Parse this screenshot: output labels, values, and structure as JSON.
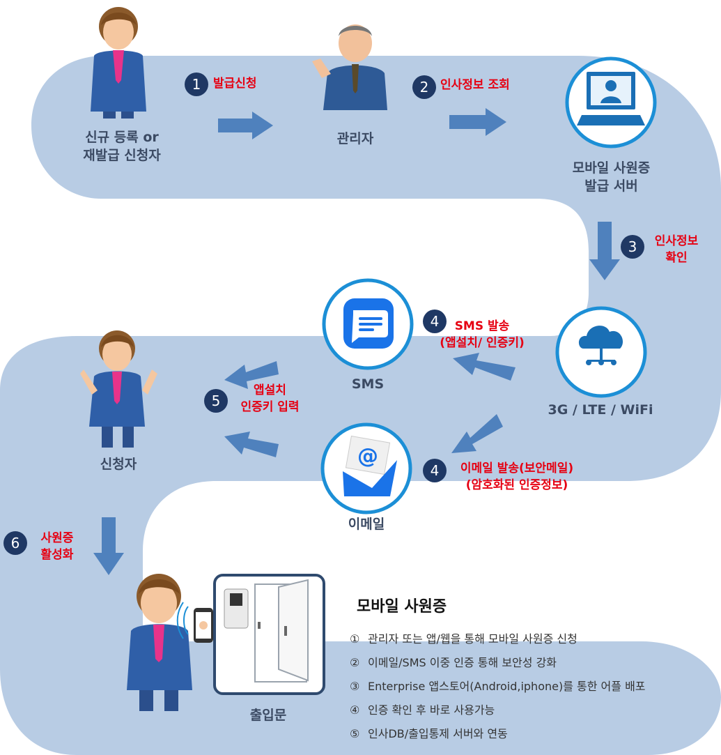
{
  "nodes": {
    "applicant_new": "신규 등록 or\n재발급 신청자",
    "admin": "관리자",
    "server": "모바일 사원증\n발급 서버",
    "network": "3G / LTE / WiFi",
    "sms": "SMS",
    "email": "이메일",
    "applicant": "신청자",
    "door": "출입문"
  },
  "steps": [
    {
      "num": "1",
      "text": "발급신청"
    },
    {
      "num": "2",
      "text": "인사정보 조회"
    },
    {
      "num": "3",
      "text": "인사정보\n확인"
    },
    {
      "num": "4",
      "text": "SMS 발송\n(앱설치/ 인증키)"
    },
    {
      "num": "4",
      "text": "이메일 발송(보안메일)\n(암호화된 인증정보)"
    },
    {
      "num": "5",
      "text": "앱설치\n인증키 입력"
    },
    {
      "num": "6",
      "text": "사원증\n활성화"
    }
  ],
  "info": {
    "title": "모바일 사원증",
    "features": [
      {
        "marker": "①",
        "text": "관리자 또는 앱/웹을 통해 모바일 사원증 신청"
      },
      {
        "marker": "②",
        "text": "이메일/SMS 이중 인증 통해 보안성 강화"
      },
      {
        "marker": "③",
        "text": "Enterprise 앱스토어(Android,iphone)를 통한 어플 배포"
      },
      {
        "marker": "④",
        "text": "인증 확인 후 바로 사용가능"
      },
      {
        "marker": "⑤",
        "text": "인사DB/출입통제 서버와 연동"
      }
    ]
  },
  "colors": {
    "path": "#b8cce4",
    "arrow": "#4f81bd",
    "step_badge": "#1f3864",
    "step_text": "#e60012",
    "icon_ring": "#1c8fd6"
  }
}
